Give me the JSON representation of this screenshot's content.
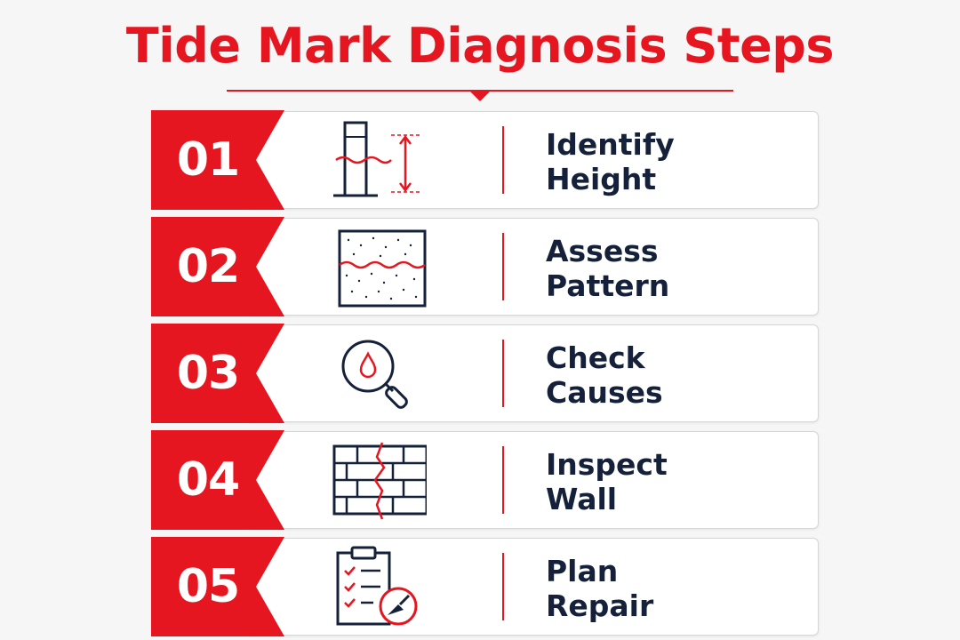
{
  "title": "Tide Mark Diagnosis Steps",
  "colors": {
    "accent": "#e5161f",
    "text": "#15213a",
    "card": "#ffffff",
    "background": "#f6f6f6"
  },
  "steps": [
    {
      "number": "01",
      "line1": "Identify",
      "line2": "Height",
      "icon": "wall-height-measure-icon"
    },
    {
      "number": "02",
      "line1": "Assess",
      "line2": "Pattern",
      "icon": "stain-pattern-icon"
    },
    {
      "number": "03",
      "line1": "Check",
      "line2": "Causes",
      "icon": "magnifier-water-drop-icon"
    },
    {
      "number": "04",
      "line1": "Inspect",
      "line2": "Wall",
      "icon": "cracked-brick-wall-icon"
    },
    {
      "number": "05",
      "line1": "Plan",
      "line2": "Repair",
      "icon": "clipboard-trowel-icon"
    }
  ]
}
